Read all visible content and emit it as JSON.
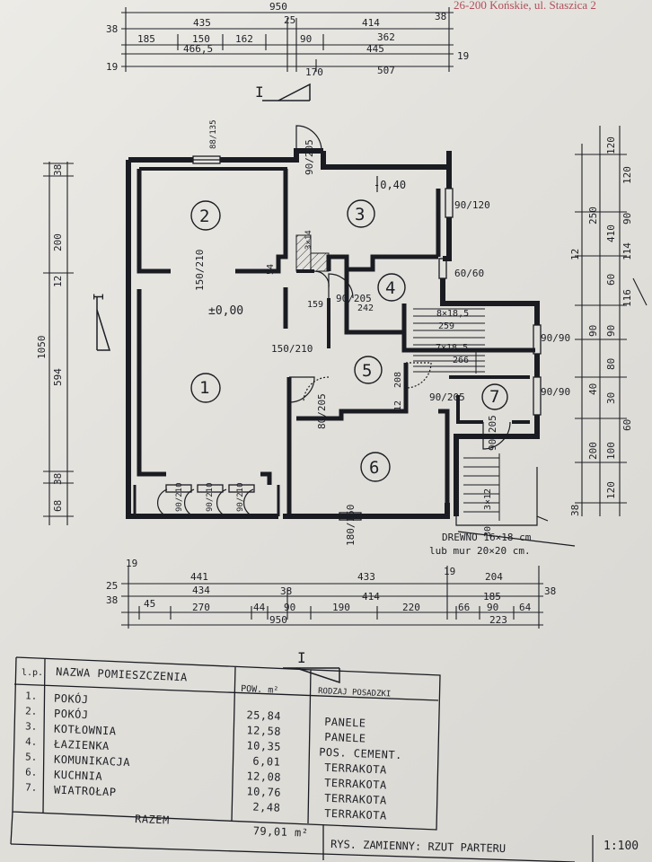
{
  "header": {
    "address": "26-200 Końskie, ul. Staszica 2"
  },
  "top_dimensions": {
    "row0": [
      "950"
    ],
    "row1": [
      "38",
      "435",
      "25",
      "414",
      "38"
    ],
    "row2": [
      "185",
      "150",
      "162",
      "90",
      "362"
    ],
    "row3": [
      "466,5",
      "445"
    ],
    "row4": [
      "19",
      "170",
      "507",
      "19"
    ]
  },
  "left_dimensions": [
    "38",
    "200",
    "12",
    "1050",
    "594",
    "38",
    "68"
  ],
  "right_dimensions": [
    "120",
    "120",
    "250",
    "410",
    "12",
    "114",
    "90",
    "60",
    "116",
    "90",
    "90",
    "80",
    "30",
    "40",
    "60",
    "100",
    "200",
    "120",
    "38"
  ],
  "bottom_dimensions": {
    "row1": [
      "19",
      "441",
      "433",
      "19",
      "204"
    ],
    "row2": [
      "25",
      "434",
      "38",
      "414",
      "185",
      "38"
    ],
    "row3": [
      "38",
      "45",
      "270",
      "44",
      "90",
      "190",
      "220",
      "66",
      "90",
      "64"
    ],
    "row4": [
      "950",
      "223"
    ]
  },
  "rooms": [
    {
      "num": "1"
    },
    {
      "num": "2"
    },
    {
      "num": "3"
    },
    {
      "num": "4"
    },
    {
      "num": "5"
    },
    {
      "num": "6"
    },
    {
      "num": "7"
    }
  ],
  "openings": {
    "o_150_210_a": "150/210",
    "o_150_210_b": "150/210",
    "o_90_205_entry": "90/205",
    "o_90_120_r3": "90/120",
    "o_60_60": "60/60",
    "o_90_205_r4": "90/205",
    "o_80_205_r6": "80/205",
    "o_90_205_r5": "90/205",
    "o_90_205_r7": "90/205",
    "o_90_90_a": "90/90",
    "o_90_90_b": "90/90",
    "o_180_150": "180/150",
    "o_90_210_w1": "90/210",
    "o_90_210_w2": "90/210",
    "o_90_210_w3": "90/210",
    "o_88_135": "88/135",
    "o_sh_44": "3×14",
    "o_sh_62": "242",
    "o_54": "54",
    "o_159": "159",
    "o_208": "208",
    "o_12": "12"
  },
  "levels": {
    "zero": "±0,00",
    "r3": "-0,40"
  },
  "stairs": {
    "a": "8×18,5",
    "b": "259",
    "c": "7×18,5",
    "d": "266",
    "e": "3×12",
    "f": "30"
  },
  "section_mark": "I",
  "beam_note": {
    "line1": "DREWNO 16×18 cm",
    "line2": "lub mur 20×20 cm."
  },
  "table": {
    "headers": {
      "num": "l.p.",
      "name": "NAZWA POMIESZCZENIA",
      "area": "POW. m²",
      "floor": "RODZAJ POSADZKI"
    },
    "rows": [
      {
        "num": "1.",
        "name": "POKÓJ",
        "area": "25,84",
        "floor": "PANELE"
      },
      {
        "num": "2.",
        "name": "POKÓJ",
        "area": "12,58",
        "floor": "PANELE"
      },
      {
        "num": "3.",
        "name": "KOTŁOWNIA",
        "area": "10,35",
        "floor": "POS. CEMENT."
      },
      {
        "num": "4.",
        "name": "ŁAZIENKA",
        "area": "6,01",
        "floor": "TERRAKOTA"
      },
      {
        "num": "5.",
        "name": "KOMUNIKACJA",
        "area": "12,08",
        "floor": "TERRAKOTA"
      },
      {
        "num": "6.",
        "name": "KUCHNIA",
        "area": "10,76",
        "floor": "TERRAKOTA"
      },
      {
        "num": "7.",
        "name": "WIATROŁAP",
        "area": "2,48",
        "floor": "TERRAKOTA"
      }
    ],
    "total_label": "RAZEM",
    "total_value": "79,01 m²"
  },
  "title": {
    "text": "RYS. ZAMIENNY: RZUT PARTERU",
    "scale": "1:100"
  }
}
